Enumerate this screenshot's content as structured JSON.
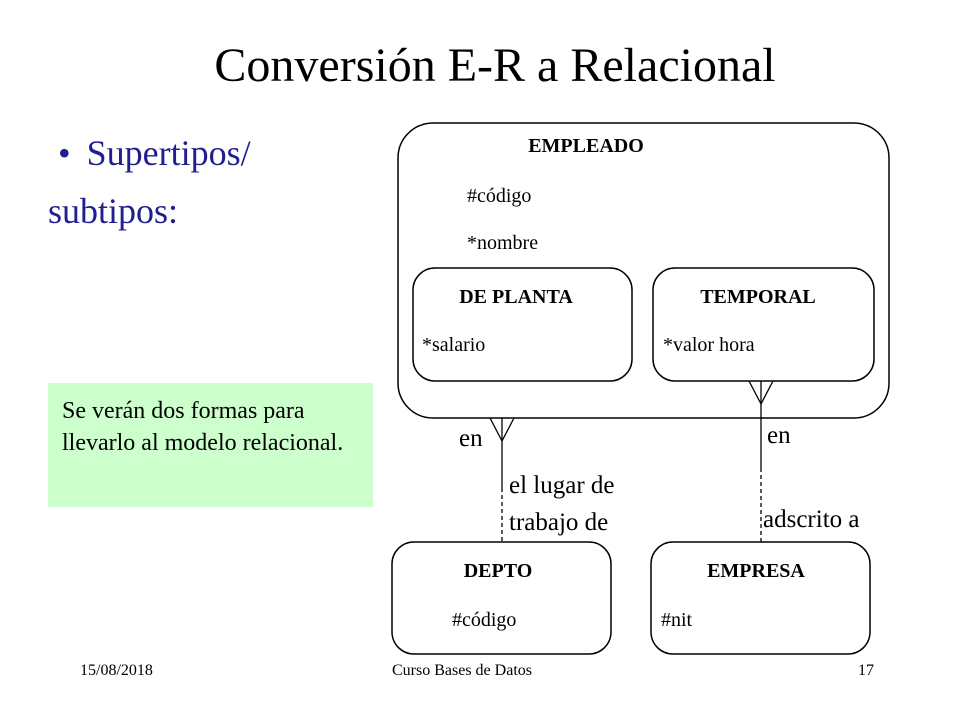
{
  "slide": {
    "title": "Conversión E-R a Relacional",
    "bullet_marker": "•",
    "bullet_line1": "Supertipos/",
    "bullet_line2": "subtipos:",
    "note": "Se verán dos formas para llevarlo al modelo relacional."
  },
  "diagram": {
    "empleado": {
      "name": "EMPLEADO",
      "attr1": "#código",
      "attr2": "*nombre"
    },
    "planta": {
      "name": "DE PLANTA",
      "attr1": "*salario"
    },
    "temporal": {
      "name": "TEMPORAL",
      "attr1": "*valor hora"
    },
    "depto": {
      "name": "DEPTO",
      "attr1": "#código"
    },
    "empresa": {
      "name": "EMPRESA",
      "attr1": "#nit"
    },
    "rel1_top": "en",
    "rel1_bottom_line1": "el lugar de",
    "rel1_bottom_line2": "trabajo de",
    "rel2_top": "en",
    "rel2_bottom": "adscrito a"
  },
  "footer": {
    "date": "15/08/2018",
    "course": "Curso Bases de Datos",
    "page": "17"
  }
}
